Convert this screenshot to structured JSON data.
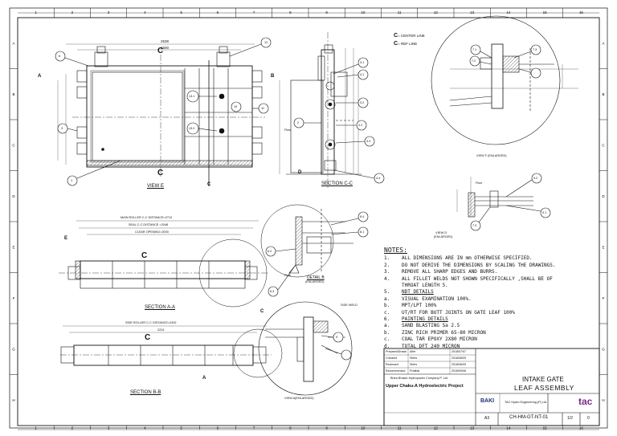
{
  "border": {
    "top_numbers": [
      "1",
      "2",
      "3",
      "4",
      "5",
      "6",
      "7",
      "8",
      "9",
      "10",
      "11",
      "12",
      "13",
      "14",
      "15",
      "16"
    ],
    "side_letters": [
      "A",
      "B",
      "C",
      "D",
      "E",
      "F",
      "G",
      "H"
    ]
  },
  "legend": {
    "center_line": "= CENTER LINE",
    "ref_line": "= REF LINE"
  },
  "views": {
    "view_e": "VIEW E",
    "section_cc": "SECTION C-C",
    "section_aa": "SECTION A-A",
    "section_bb": "SECTION B-B",
    "detail_b": "DETAIL B",
    "detail_b_sub": "(ENLARGED)",
    "view_f": "VIEW F (ENLARGED)",
    "view_d": "VIEW D",
    "view_d_sub": "(ENLARGED)",
    "view_a": "VIEW A(ENLARGED)"
  },
  "dims": {
    "top_2538": "2538",
    "top_1500": "1500",
    "aa_main_roller": "MAIN ROLLER C-C DISTANCE=2712",
    "aa_seal": "SEAL C-C DISTANCE =2048",
    "aa_clear": "CLEAR OPENING=2000",
    "bb_side_roller": "SIDE ROLLER C-C DISTANCE=2402",
    "bb_2224": "2224",
    "side_weld": "SIDE WELD"
  },
  "labels": {
    "cl": "C",
    "flow": "Flow",
    "sec_a": "A",
    "sec_b": "B",
    "sec_c": "C",
    "sec_d": "D",
    "e": "E",
    "balloons": [
      "1",
      "3",
      "6",
      "9",
      "10",
      "11",
      "12",
      "13.1",
      "13.2",
      "3.1",
      "4.1",
      "3.2",
      "4.2",
      "4.3",
      "4.4",
      "2",
      "6.4",
      "8.1",
      "6.2",
      "6.3",
      "7.1",
      "7.2",
      "7.3",
      "9.2",
      "9.1",
      "7.3"
    ]
  },
  "notes": {
    "heading": "NOTES:",
    "items": [
      {
        "n": "1.",
        "text": "ALL DIMENSIONS ARE IN mm OTHERWISE SPECIFIED."
      },
      {
        "n": "2.",
        "text": "DO NOT DERIVE THE DIMENSIONS BY SCALING THE DRAWINGS."
      },
      {
        "n": "3.",
        "text": "REMOVE ALL SHARP EDGES AND BURRS."
      },
      {
        "n": "4.",
        "text": "ALL FILLET WELDS NOT SHOWN SPECIFICALLY ,SHALL BE OF"
      },
      {
        "n": "",
        "text": "THROAT LENGTH 5."
      },
      {
        "n": "5.",
        "text": "NDT DETAILS",
        "ul": true
      },
      {
        "n": "a.",
        "text": "VISUAL EXAMINATION 100%."
      },
      {
        "n": "b.",
        "text": "MPT/LPT 100%"
      },
      {
        "n": "c.",
        "text": "UT/RT FOR BUTT JOINTS ON GATE LEAF 100%"
      },
      {
        "n": "6.",
        "text": "PAINTING DETAILS",
        "ul": true
      },
      {
        "n": "a.",
        "text": "SAND BLASTING Sa 2.5"
      },
      {
        "n": "b.",
        "text": "ZINC RICH PRIMER 65-80 MICRON"
      },
      {
        "n": "c.",
        "text": "COAL TAR EPOXY 2X80 MICRON"
      },
      {
        "n": "d.",
        "text": "TOTAL DFT 240 MICRON"
      }
    ]
  },
  "title_block": {
    "title1": "INTAKE GATE",
    "title2": "LEAF ASSEMBLY",
    "owner": "Bhira Bhasin Hydropower Company P. Ltd",
    "project": "Upper Chaku-A Hydroelectric Project",
    "consultant": "TAC Hydro Engineering (P) Ltd",
    "logo_left": "BAKI",
    "logo_right": "tac",
    "size": "A3",
    "drawing_no": "CH-HM-GT-NT-01",
    "sheet": "1/2",
    "rev": "0",
    "rows": [
      {
        "k": "Prepared/Drawn",
        "v": "Alfer",
        "d": "2018/07/07"
      },
      {
        "k": "Checked",
        "v": "Sirfes",
        "d": "2018/08/09"
      },
      {
        "k": "Reviewed",
        "v": "Sirfes",
        "d": "2018/08/09"
      },
      {
        "k": "Recommended",
        "v": "Pratibal",
        "d": "2018/09/08"
      }
    ]
  }
}
